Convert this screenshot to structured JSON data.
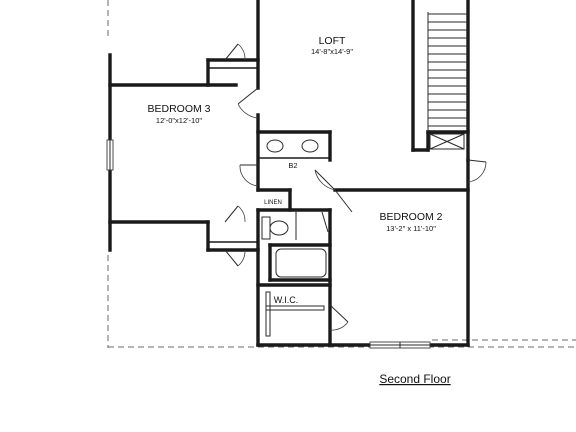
{
  "rooms": {
    "loft": {
      "name": "LOFT",
      "dims": "14'-8\"x14'-9\""
    },
    "bedroom3": {
      "name": "BEDROOM 3",
      "dims": "12'-0\"x12'-10\""
    },
    "bedroom2": {
      "name": "BEDROOM 2",
      "dims": "13'-2\" x 11'-10\""
    },
    "bath2": {
      "name": "B2"
    },
    "linen": {
      "name": "LINEN"
    },
    "wic": {
      "name": "W.I.C."
    }
  },
  "caption": "Second Floor"
}
